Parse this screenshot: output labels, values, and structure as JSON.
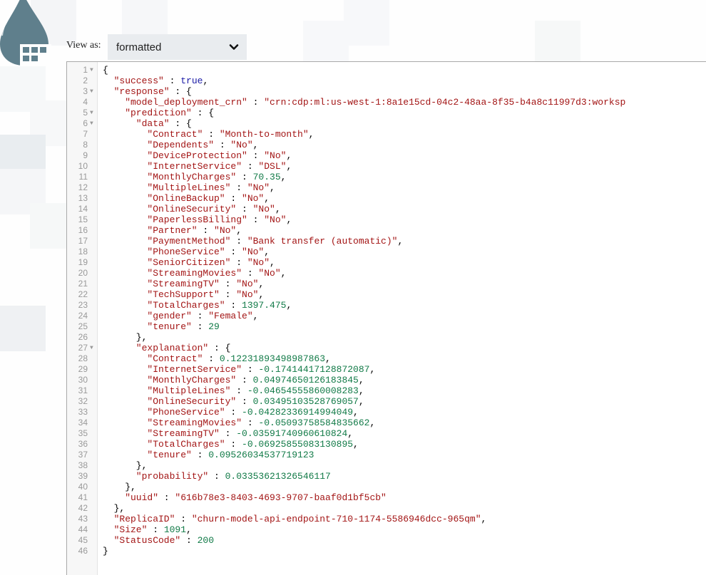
{
  "view_as": {
    "label": "View as:",
    "selected": "formatted",
    "chevron_icon": "chevron-down-icon"
  },
  "colors": {
    "key": "#a31515",
    "string": "#a31515",
    "number": "#117a47",
    "boolean": "#1a1aa6",
    "logo": "#5f7f8c",
    "select_bg": "#e9ecef"
  },
  "editor": {
    "lines": [
      {
        "n": "1",
        "fold": true,
        "indent": 0,
        "parts": [
          [
            "p",
            "{"
          ]
        ]
      },
      {
        "n": "2",
        "indent": 1,
        "parts": [
          [
            "k",
            "\"success\""
          ],
          [
            "p",
            " : "
          ],
          [
            "b",
            "true"
          ],
          [
            "p",
            ","
          ]
        ]
      },
      {
        "n": "3",
        "fold": true,
        "indent": 1,
        "parts": [
          [
            "k",
            "\"response\""
          ],
          [
            "p",
            " : {"
          ]
        ]
      },
      {
        "n": "4",
        "indent": 2,
        "parts": [
          [
            "k",
            "\"model_deployment_crn\""
          ],
          [
            "p",
            " : "
          ],
          [
            "s",
            "\"crn:cdp:ml:us-west-1:8a1e15cd-04c2-48aa-8f35-b4a8c11997d3:worksp"
          ]
        ]
      },
      {
        "n": "5",
        "fold": true,
        "indent": 2,
        "parts": [
          [
            "k",
            "\"prediction\""
          ],
          [
            "p",
            " : {"
          ]
        ]
      },
      {
        "n": "6",
        "fold": true,
        "indent": 3,
        "parts": [
          [
            "k",
            "\"data\""
          ],
          [
            "p",
            " : {"
          ]
        ]
      },
      {
        "n": "7",
        "indent": 4,
        "parts": [
          [
            "k",
            "\"Contract\""
          ],
          [
            "p",
            " : "
          ],
          [
            "s",
            "\"Month-to-month\""
          ],
          [
            "p",
            ","
          ]
        ]
      },
      {
        "n": "8",
        "indent": 4,
        "parts": [
          [
            "k",
            "\"Dependents\""
          ],
          [
            "p",
            " : "
          ],
          [
            "s",
            "\"No\""
          ],
          [
            "p",
            ","
          ]
        ]
      },
      {
        "n": "9",
        "indent": 4,
        "parts": [
          [
            "k",
            "\"DeviceProtection\""
          ],
          [
            "p",
            " : "
          ],
          [
            "s",
            "\"No\""
          ],
          [
            "p",
            ","
          ]
        ]
      },
      {
        "n": "10",
        "indent": 4,
        "parts": [
          [
            "k",
            "\"InternetService\""
          ],
          [
            "p",
            " : "
          ],
          [
            "s",
            "\"DSL\""
          ],
          [
            "p",
            ","
          ]
        ]
      },
      {
        "n": "11",
        "indent": 4,
        "parts": [
          [
            "k",
            "\"MonthlyCharges\""
          ],
          [
            "p",
            " : "
          ],
          [
            "n",
            "70.35"
          ],
          [
            "p",
            ","
          ]
        ]
      },
      {
        "n": "12",
        "indent": 4,
        "parts": [
          [
            "k",
            "\"MultipleLines\""
          ],
          [
            "p",
            " : "
          ],
          [
            "s",
            "\"No\""
          ],
          [
            "p",
            ","
          ]
        ]
      },
      {
        "n": "13",
        "indent": 4,
        "parts": [
          [
            "k",
            "\"OnlineBackup\""
          ],
          [
            "p",
            " : "
          ],
          [
            "s",
            "\"No\""
          ],
          [
            "p",
            ","
          ]
        ]
      },
      {
        "n": "14",
        "indent": 4,
        "parts": [
          [
            "k",
            "\"OnlineSecurity\""
          ],
          [
            "p",
            " : "
          ],
          [
            "s",
            "\"No\""
          ],
          [
            "p",
            ","
          ]
        ]
      },
      {
        "n": "15",
        "indent": 4,
        "parts": [
          [
            "k",
            "\"PaperlessBilling\""
          ],
          [
            "p",
            " : "
          ],
          [
            "s",
            "\"No\""
          ],
          [
            "p",
            ","
          ]
        ]
      },
      {
        "n": "16",
        "indent": 4,
        "parts": [
          [
            "k",
            "\"Partner\""
          ],
          [
            "p",
            " : "
          ],
          [
            "s",
            "\"No\""
          ],
          [
            "p",
            ","
          ]
        ]
      },
      {
        "n": "17",
        "indent": 4,
        "parts": [
          [
            "k",
            "\"PaymentMethod\""
          ],
          [
            "p",
            " : "
          ],
          [
            "s",
            "\"Bank transfer (automatic)\""
          ],
          [
            "p",
            ","
          ]
        ]
      },
      {
        "n": "18",
        "indent": 4,
        "parts": [
          [
            "k",
            "\"PhoneService\""
          ],
          [
            "p",
            " : "
          ],
          [
            "s",
            "\"No\""
          ],
          [
            "p",
            ","
          ]
        ]
      },
      {
        "n": "19",
        "indent": 4,
        "parts": [
          [
            "k",
            "\"SeniorCitizen\""
          ],
          [
            "p",
            " : "
          ],
          [
            "s",
            "\"No\""
          ],
          [
            "p",
            ","
          ]
        ]
      },
      {
        "n": "20",
        "indent": 4,
        "parts": [
          [
            "k",
            "\"StreamingMovies\""
          ],
          [
            "p",
            " : "
          ],
          [
            "s",
            "\"No\""
          ],
          [
            "p",
            ","
          ]
        ]
      },
      {
        "n": "21",
        "indent": 4,
        "parts": [
          [
            "k",
            "\"StreamingTV\""
          ],
          [
            "p",
            " : "
          ],
          [
            "s",
            "\"No\""
          ],
          [
            "p",
            ","
          ]
        ]
      },
      {
        "n": "22",
        "indent": 4,
        "parts": [
          [
            "k",
            "\"TechSupport\""
          ],
          [
            "p",
            " : "
          ],
          [
            "s",
            "\"No\""
          ],
          [
            "p",
            ","
          ]
        ]
      },
      {
        "n": "23",
        "indent": 4,
        "parts": [
          [
            "k",
            "\"TotalCharges\""
          ],
          [
            "p",
            " : "
          ],
          [
            "n",
            "1397.475"
          ],
          [
            "p",
            ","
          ]
        ]
      },
      {
        "n": "24",
        "indent": 4,
        "parts": [
          [
            "k",
            "\"gender\""
          ],
          [
            "p",
            " : "
          ],
          [
            "s",
            "\"Female\""
          ],
          [
            "p",
            ","
          ]
        ]
      },
      {
        "n": "25",
        "indent": 4,
        "parts": [
          [
            "k",
            "\"tenure\""
          ],
          [
            "p",
            " : "
          ],
          [
            "n",
            "29"
          ]
        ]
      },
      {
        "n": "26",
        "indent": 3,
        "parts": [
          [
            "p",
            "},"
          ]
        ]
      },
      {
        "n": "27",
        "fold": true,
        "indent": 3,
        "parts": [
          [
            "k",
            "\"explanation\""
          ],
          [
            "p",
            " : {"
          ]
        ]
      },
      {
        "n": "28",
        "indent": 4,
        "parts": [
          [
            "k",
            "\"Contract\""
          ],
          [
            "p",
            " : "
          ],
          [
            "n",
            "0.12231893498987863"
          ],
          [
            "p",
            ","
          ]
        ]
      },
      {
        "n": "29",
        "indent": 4,
        "parts": [
          [
            "k",
            "\"InternetService\""
          ],
          [
            "p",
            " : "
          ],
          [
            "n",
            "-0.17414417128872087"
          ],
          [
            "p",
            ","
          ]
        ]
      },
      {
        "n": "30",
        "indent": 4,
        "parts": [
          [
            "k",
            "\"MonthlyCharges\""
          ],
          [
            "p",
            " : "
          ],
          [
            "n",
            "0.04974650126183845"
          ],
          [
            "p",
            ","
          ]
        ]
      },
      {
        "n": "31",
        "indent": 4,
        "parts": [
          [
            "k",
            "\"MultipleLines\""
          ],
          [
            "p",
            " : "
          ],
          [
            "n",
            "-0.04654555860008283"
          ],
          [
            "p",
            ","
          ]
        ]
      },
      {
        "n": "32",
        "indent": 4,
        "parts": [
          [
            "k",
            "\"OnlineSecurity\""
          ],
          [
            "p",
            " : "
          ],
          [
            "n",
            "0.03495103528769057"
          ],
          [
            "p",
            ","
          ]
        ]
      },
      {
        "n": "33",
        "indent": 4,
        "parts": [
          [
            "k",
            "\"PhoneService\""
          ],
          [
            "p",
            " : "
          ],
          [
            "n",
            "-0.04282336914994049"
          ],
          [
            "p",
            ","
          ]
        ]
      },
      {
        "n": "34",
        "indent": 4,
        "parts": [
          [
            "k",
            "\"StreamingMovies\""
          ],
          [
            "p",
            " : "
          ],
          [
            "n",
            "-0.05093758584835662"
          ],
          [
            "p",
            ","
          ]
        ]
      },
      {
        "n": "35",
        "indent": 4,
        "parts": [
          [
            "k",
            "\"StreamingTV\""
          ],
          [
            "p",
            " : "
          ],
          [
            "n",
            "-0.03591740960610824"
          ],
          [
            "p",
            ","
          ]
        ]
      },
      {
        "n": "36",
        "indent": 4,
        "parts": [
          [
            "k",
            "\"TotalCharges\""
          ],
          [
            "p",
            " : "
          ],
          [
            "n",
            "-0.06925855083130895"
          ],
          [
            "p",
            ","
          ]
        ]
      },
      {
        "n": "37",
        "indent": 4,
        "parts": [
          [
            "k",
            "\"tenure\""
          ],
          [
            "p",
            " : "
          ],
          [
            "n",
            "0.09526034537719123"
          ]
        ]
      },
      {
        "n": "38",
        "indent": 3,
        "parts": [
          [
            "p",
            "},"
          ]
        ]
      },
      {
        "n": "39",
        "indent": 3,
        "parts": [
          [
            "k",
            "\"probability\""
          ],
          [
            "p",
            " : "
          ],
          [
            "n",
            "0.03353621326546117"
          ]
        ]
      },
      {
        "n": "40",
        "indent": 2,
        "parts": [
          [
            "p",
            "},"
          ]
        ]
      },
      {
        "n": "41",
        "indent": 2,
        "parts": [
          [
            "k",
            "\"uuid\""
          ],
          [
            "p",
            " : "
          ],
          [
            "s",
            "\"616b78e3-8403-4693-9707-baaf0d1bf5cb\""
          ]
        ]
      },
      {
        "n": "42",
        "indent": 1,
        "parts": [
          [
            "p",
            "},"
          ]
        ]
      },
      {
        "n": "43",
        "indent": 1,
        "parts": [
          [
            "k",
            "\"ReplicaID\""
          ],
          [
            "p",
            " : "
          ],
          [
            "s",
            "\"churn-model-api-endpoint-710-1174-5586946dcc-965qm\""
          ],
          [
            "p",
            ","
          ]
        ]
      },
      {
        "n": "44",
        "indent": 1,
        "parts": [
          [
            "k",
            "\"Size\""
          ],
          [
            "p",
            " : "
          ],
          [
            "n",
            "1091"
          ],
          [
            "p",
            ","
          ]
        ]
      },
      {
        "n": "45",
        "indent": 1,
        "parts": [
          [
            "k",
            "\"StatusCode\""
          ],
          [
            "p",
            " : "
          ],
          [
            "n",
            "200"
          ]
        ]
      },
      {
        "n": "46",
        "indent": 0,
        "parts": [
          [
            "p",
            "}"
          ]
        ]
      }
    ]
  }
}
